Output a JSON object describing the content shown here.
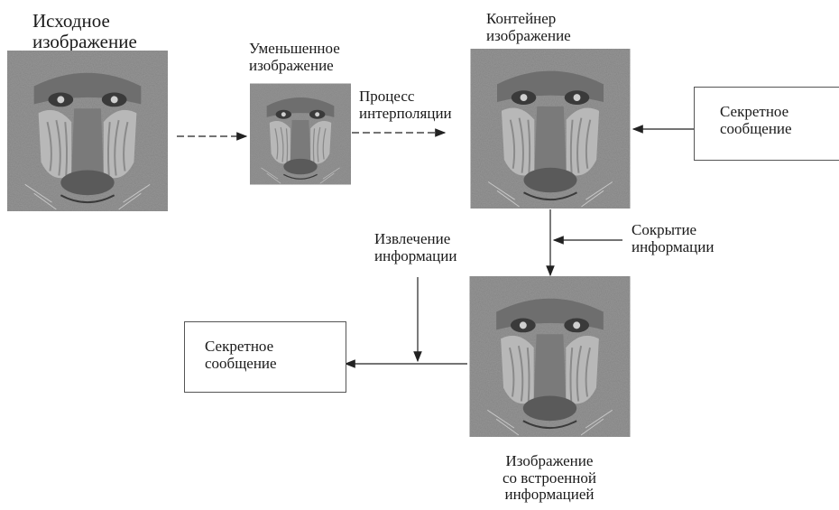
{
  "source_label": [
    "Исходное",
    "изображение"
  ],
  "reduced_label": [
    "Уменьшенное",
    "изображение"
  ],
  "interp_label": [
    "Процесс",
    "интерполяции"
  ],
  "container_label": [
    "Контейнер",
    "изображение"
  ],
  "secret_in_label": [
    "Секретное",
    "сообщение"
  ],
  "hide_label": [
    "Сокрытие",
    "информации"
  ],
  "extract_label": [
    "Извлечение",
    "информации"
  ],
  "secret_out_label": [
    "Секретное",
    "сообщение"
  ],
  "stego_label": [
    "Изображение",
    "со встроенной",
    "информацией"
  ]
}
